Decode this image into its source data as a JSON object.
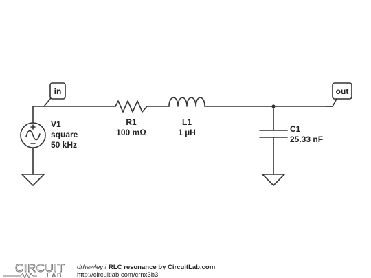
{
  "nets": {
    "input": "in",
    "output": "out"
  },
  "source": {
    "ref": "V1",
    "type": "square",
    "freq": "50 kHz"
  },
  "resistor": {
    "ref": "R1",
    "value": "100 mΩ"
  },
  "inductor": {
    "ref": "L1",
    "value": "1 µH"
  },
  "capacitor": {
    "ref": "C1",
    "value": "25.33 nF"
  },
  "footer": {
    "author": "drhawley",
    "separator": " / ",
    "title": "RLC resonance by CircuitLab.com",
    "url": "http://circuitlab.com/crnx3b3",
    "logo_top": "CIRCUIT",
    "logo_bottom": "LAB"
  },
  "colors": {
    "wire": "#333333",
    "text": "#222222",
    "background": "#ffffff"
  }
}
